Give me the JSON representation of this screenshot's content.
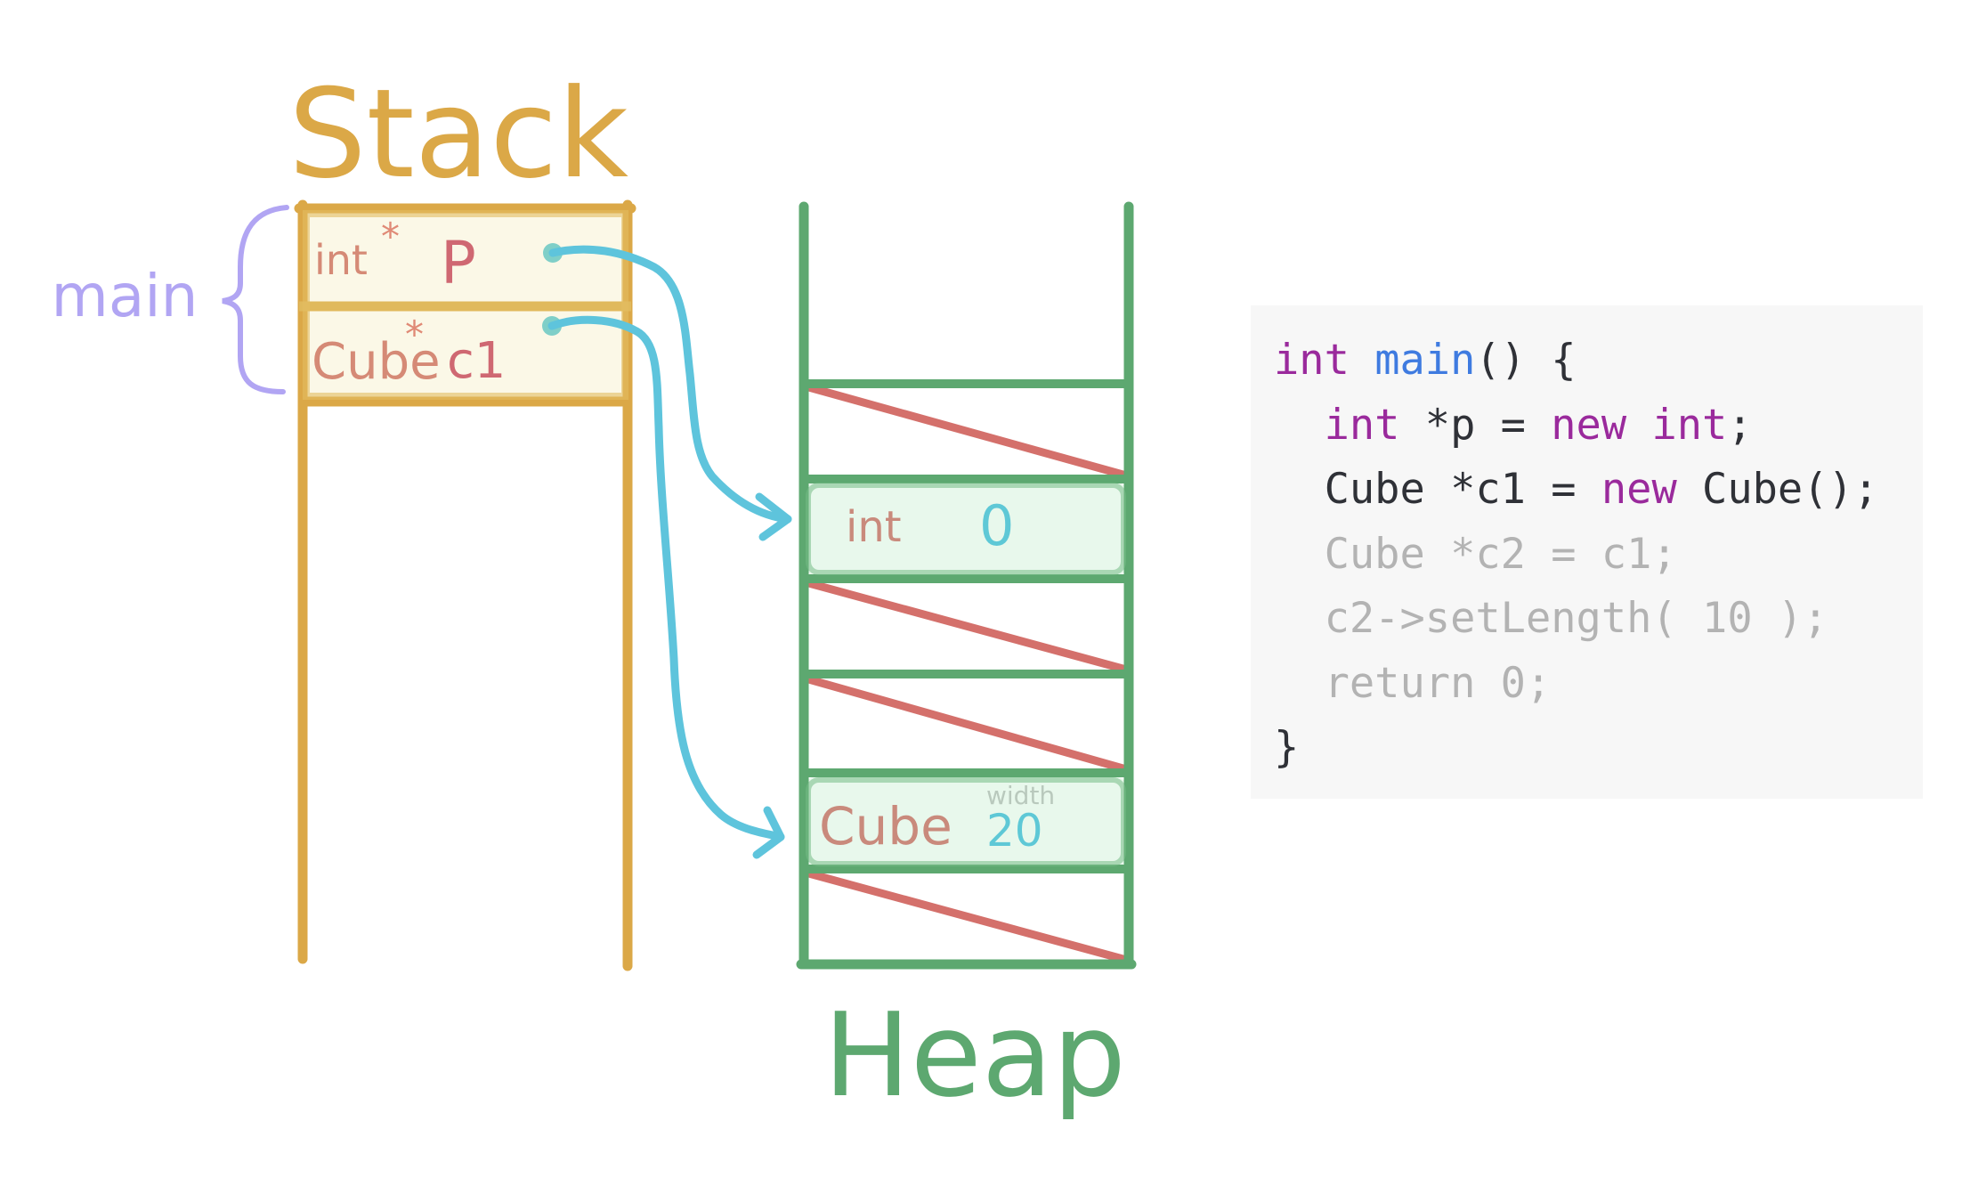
{
  "labels": {
    "stack_title": "Stack",
    "heap_title": "Heap",
    "frame_label": "main"
  },
  "stack_frame": {
    "name": "main",
    "rows": [
      {
        "type": "int",
        "star": "*",
        "name": "P"
      },
      {
        "type": "Cube",
        "star": "*",
        "name": "c1"
      }
    ]
  },
  "heap": {
    "cells": [
      {
        "kind": "freed"
      },
      {
        "kind": "allocated",
        "type": "int",
        "value": "0"
      },
      {
        "kind": "freed"
      },
      {
        "kind": "freed"
      },
      {
        "kind": "allocated",
        "type": "Cube",
        "field_label": "width",
        "value": "20"
      },
      {
        "kind": "freed"
      }
    ]
  },
  "pointers": [
    {
      "from": "P",
      "to_heap_cell": 1
    },
    {
      "from": "c1",
      "to_heap_cell": 4
    }
  ],
  "code": {
    "lines": [
      {
        "indent": "",
        "tokens": [
          {
            "t": "int",
            "c": "kw"
          },
          {
            "t": " "
          },
          {
            "t": "main",
            "c": "fn"
          },
          {
            "t": "() {"
          }
        ]
      },
      {
        "indent": "  ",
        "tokens": [
          {
            "t": "int",
            "c": "kw"
          },
          {
            "t": " *p = "
          },
          {
            "t": "new",
            "c": "kw"
          },
          {
            "t": " "
          },
          {
            "t": "int",
            "c": "kw"
          },
          {
            "t": ";"
          }
        ]
      },
      {
        "indent": "  ",
        "tokens": [
          {
            "t": "Cube *c1 = "
          },
          {
            "t": "new",
            "c": "kw"
          },
          {
            "t": " Cube();"
          }
        ]
      },
      {
        "indent": "  ",
        "tokens": [
          {
            "t": "Cube *c2 = c1;",
            "c": "dim"
          }
        ]
      },
      {
        "indent": "  ",
        "tokens": [
          {
            "t": "c2->setLength( 10 );",
            "c": "dim"
          }
        ]
      },
      {
        "indent": "  ",
        "tokens": [
          {
            "t": "return 0;",
            "c": "dim"
          }
        ]
      },
      {
        "indent": "",
        "tokens": [
          {
            "t": "}"
          }
        ]
      }
    ]
  },
  "colors": {
    "stack": "#dba847",
    "stack_fill": "#fbf8e7",
    "heap": "#5da870",
    "heap_fill": "#e8f8ec",
    "freed_slash": "#d4706b",
    "pointer": "#5ec4dc",
    "pointer_dot": "#7fcfc8",
    "brace": "#b1a5f3",
    "type_text": "#d58a76",
    "name_text": "#cf6872",
    "value_text": "#5ec8d6",
    "field_text": "#b9c9bd"
  }
}
